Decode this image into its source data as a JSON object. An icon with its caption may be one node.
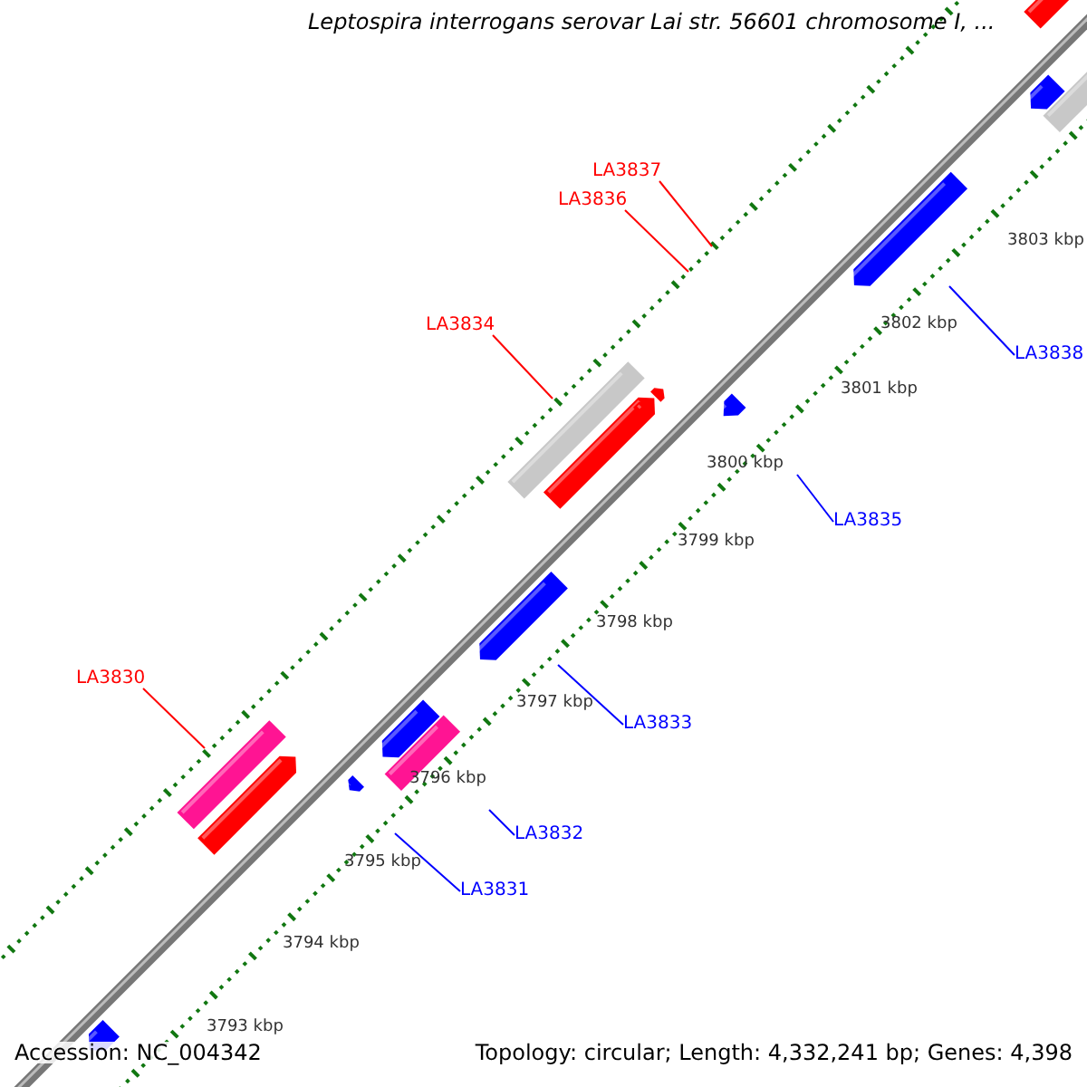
{
  "diagram": {
    "title": "Leptospira interrogans serovar Lai str. 56601 chromosome I, ...",
    "nodes": [
      {
        "text": [
          "LA3837"
        ]
      },
      {
        "text": [
          "LA3836"
        ]
      },
      {
        "text": [
          "LA3834"
        ]
      },
      {
        "text": [
          "LA3838"
        ]
      },
      {
        "text": [
          "LA3835"
        ]
      },
      {
        "text": [
          "LA3830"
        ]
      },
      {
        "text": [
          "LA3833"
        ]
      },
      {
        "text": [
          "LA3832"
        ]
      },
      {
        "text": [
          "LA3831"
        ]
      }
    ],
    "edges": [
      {
        "from": 0,
        "to": null,
        "arrow": "none",
        "color": "#ff0000"
      },
      {
        "from": 1,
        "to": null,
        "arrow": "none",
        "color": "#ff0000"
      },
      {
        "from": 2,
        "to": null,
        "arrow": "none",
        "color": "#ff0000"
      },
      {
        "from": 3,
        "to": null,
        "arrow": "none"
      },
      {
        "from": 4,
        "to": null,
        "arrow": "none"
      },
      {
        "from": 5,
        "to": null,
        "arrow": "none",
        "color": "#ff0000"
      },
      {
        "from": 6,
        "to": null,
        "arrow": "none"
      },
      {
        "from": 7,
        "to": null,
        "arrow": "none"
      },
      {
        "from": 8,
        "to": null,
        "arrow": "none"
      }
    ],
    "labels": [
      "3803 kbp",
      "3802 kbp",
      "3801 kbp",
      "3800 kbp",
      "3799 kbp",
      "3798 kbp",
      "3797 kbp",
      "3796 kbp",
      "3795 kbp",
      "3794 kbp",
      "3793 kbp",
      "Accession: NC_004342",
      "Topology: circular; Length: 4,332,241 bp; Genes: 4,398"
    ]
  }
}
